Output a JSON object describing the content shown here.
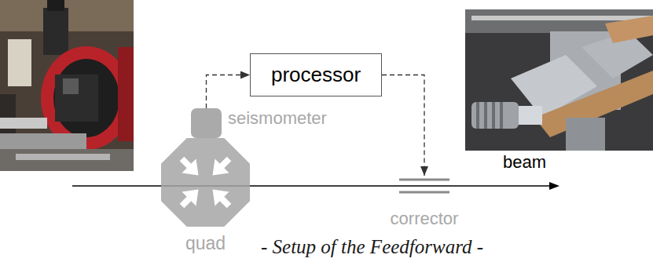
{
  "diagram": {
    "caption": "- Setup of the Feedforward -",
    "nodes": [
      {
        "text": [
          "processor"
        ]
      },
      {
        "text": [
          "seismometer"
        ]
      },
      {
        "text": [
          "quad"
        ]
      },
      {
        "text": [
          "corrector"
        ]
      }
    ],
    "edges": [
      {
        "from": 1,
        "to": 0,
        "arrow": "to"
      },
      {
        "from": 0,
        "to": 3,
        "arrow": "to"
      }
    ],
    "labels": [
      "beam"
    ]
  }
}
